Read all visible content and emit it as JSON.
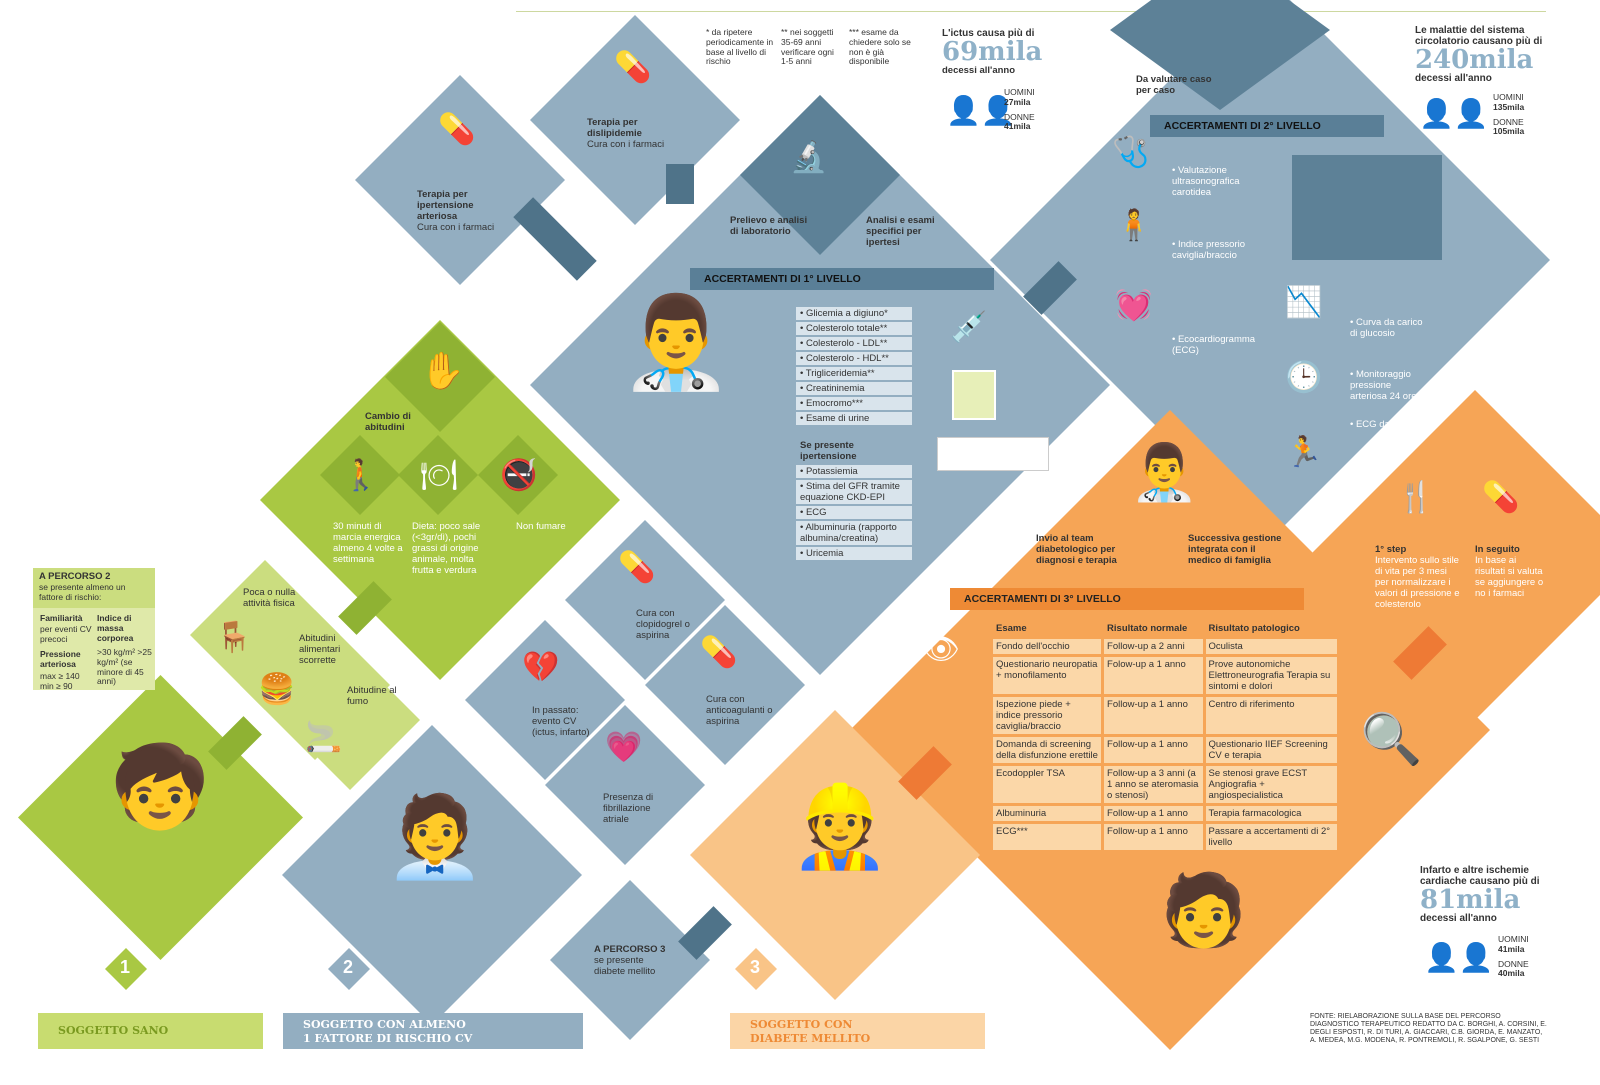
{
  "notes": [
    "* da ripetere periodicamente in base al livello di rischio",
    "** nei soggetti 35-69 anni verificare ogni 1-5 anni",
    "*** esame da chiedere solo se non è già disponibile"
  ],
  "stats": {
    "ictus": {
      "intro": "L'ictus causa più di",
      "value": "69mila",
      "outro": "decessi all'anno",
      "men_label": "UOMINI",
      "men": "27mila",
      "women_label": "DONNE",
      "women": "41mila"
    },
    "circolatorio": {
      "intro": "Le malattie del sistema circolatorio causano più di",
      "value": "240mila",
      "outro": "decessi all'anno",
      "men_label": "UOMINI",
      "men": "135mila",
      "women_label": "DONNE",
      "women": "105mila"
    },
    "infarto": {
      "intro": "Infarto e altre ischemie cardiache causano più di",
      "value": "81mila",
      "outro": "decessi all'anno",
      "men_label": "UOMINI",
      "men": "41mila",
      "women_label": "DONNE",
      "women": "40mila"
    }
  },
  "therapies": {
    "ipertensione": {
      "title": "Terapia per ipertensione arteriosa",
      "sub": "Cura con i farmaci"
    },
    "dislipidemie": {
      "title": "Terapia per dislipidemie",
      "sub": "Cura con i farmaci"
    },
    "prelievo": "Prelievo e analisi di laboratorio",
    "analisi": "Analisi e esami specifici per ipertesi",
    "da_valutare": "Da valutare caso per caso"
  },
  "level1": {
    "title": "ACCERTAMENTI DI 1° LIVELLO",
    "items": [
      "• Glicemia a digiuno*",
      "• Colesterolo totale**",
      "• Colesterolo - LDL**",
      "• Colesterolo - HDL**",
      "• Trigliceridemia**",
      "• Creatininemia",
      "• Emocromo***",
      "• Esame di urine"
    ],
    "sub_title": "Se presente ipertensione",
    "sub_items": [
      "• Potassiemia",
      "• Stima del GFR tramite equazione CKD-EPI",
      "• ECG",
      "• Albuminuria (rapporto albumina/creatina)",
      "• Uricemia"
    ]
  },
  "level2": {
    "title": "ACCERTAMENTI DI 2° LIVELLO",
    "items": [
      "• Valutazione ultrasonografica carotidea",
      "• Indice pressorio caviglia/braccio",
      "• Ecocardiogramma (ECG)",
      "• Curva da carico di glucosio",
      "• Monitoraggio pressione arteriosa 24 ore",
      "• ECG da sforzo"
    ]
  },
  "level3": {
    "title": "ACCERTAMENTI DI 3° LIVELLO",
    "headers": [
      "Esame",
      "Risultato normale",
      "Risultato patologico"
    ],
    "rows": [
      [
        "Fondo dell'occhio",
        "Follow-up a 2 anni",
        "Oculista"
      ],
      [
        "Questionario neuropatia + monofilamento",
        "Folow-up a 1 anno",
        "Prove autonomiche Elettroneurografia Terapia su sintomi e dolori"
      ],
      [
        "Ispezione piede + indice pressorio caviglia/braccio",
        "Follow-up a 1 anno",
        "Centro di riferimento"
      ],
      [
        "Domanda di screening della disfunzione erettile",
        "Follow-up a 1 anno",
        "Questionario IIEF Screening CV e terapia"
      ],
      [
        "Ecodoppler TSA",
        "Follow-up a 3 anni (a 1 anno se ateromasia o stenosi)",
        "Se stenosi grave ECST Angiografia + angiospecialistica"
      ],
      [
        "Albuminuria",
        "Follow-up a 1 anno",
        "Terapia farmacologica"
      ],
      [
        "ECG***",
        "Follow-up a 1 anno",
        "Passare a accertamenti di 2° livello"
      ]
    ]
  },
  "diabete": {
    "team": "Invio al team diabetologico per diagnosi e terapia",
    "gestione": "Successiva gestione integrata con il medico di famiglia"
  },
  "orange_right": {
    "step1_title": "1° step",
    "step1": "Intervento sullo stile di vita per 3 mesi per normalizzare i valori di pressione e colesterolo",
    "next_title": "In seguito",
    "next": "In base ai risultati si valuta se aggiungere o no i farmaci"
  },
  "habits": {
    "title": "Cambio di abitudini",
    "walk": "30 minuti di marcia energica almeno 4 volte a settimana",
    "diet": "Dieta: poco sale (<3gr/dì), pochi grassi di origine animale, molta frutta e verdura",
    "smoke": "Non fumare"
  },
  "risks": {
    "activity": "Poca o nulla attività fisica",
    "food": "Abitudini alimentari scorrette",
    "smoke": "Abitudine al fumo"
  },
  "percorso2": {
    "title": "A PERCORSO 2",
    "sub": "se presente almeno un fattore di rischio:",
    "fam_t": "Familiarità",
    "fam": "per eventi CV precoci",
    "press_t": "Pressione arteriosa",
    "press": "max ≥ 140 min ≥ 90",
    "imc_t": "Indice di massa corporea",
    "imc": ">30 kg/m² >25 kg/m² (se minore di 45 anni)"
  },
  "cv": {
    "clopidogrel": "Cura con clopidogrel o aspirina",
    "anticoag": "Cura con anticoagulanti o aspirina",
    "passato": "In passato: evento CV (ictus, infarto)",
    "fibrill": "Presenza di fibrillazione atriale",
    "percorso3_t": "A PERCORSO 3",
    "percorso3": "se presente diabete mellito"
  },
  "profiles": [
    {
      "num": "1",
      "label": "SOGGETTO SANO"
    },
    {
      "num": "2",
      "label": "SOGGETTO CON ALMENO 1 FATTORE DI RISCHIO CV"
    },
    {
      "num": "3",
      "label": "SOGGETTO CON DIABETE MELLITO"
    }
  ],
  "source": "FONTE: RIELABORAZIONE SULLA BASE DEL PERCORSO DIAGNOSTICO TERAPEUTICO REDATTO DA C. BORGHI, A. CORSINI, E. DEGLI ESPOSTI, R. DI TURI, A. GIACCARI, C.B. GIORDA, E. MANZATO, A. MEDEA, M.G. MODENA, R. PONTREMOLI, R. SGALPONE, G. SESTI",
  "colors": {
    "green": "#a9c843",
    "light_green": "#cbdd7f",
    "blue": "#93aec1",
    "dark_blue": "#4f7389",
    "orange": "#f6a556",
    "light_orange": "#f9c487"
  }
}
